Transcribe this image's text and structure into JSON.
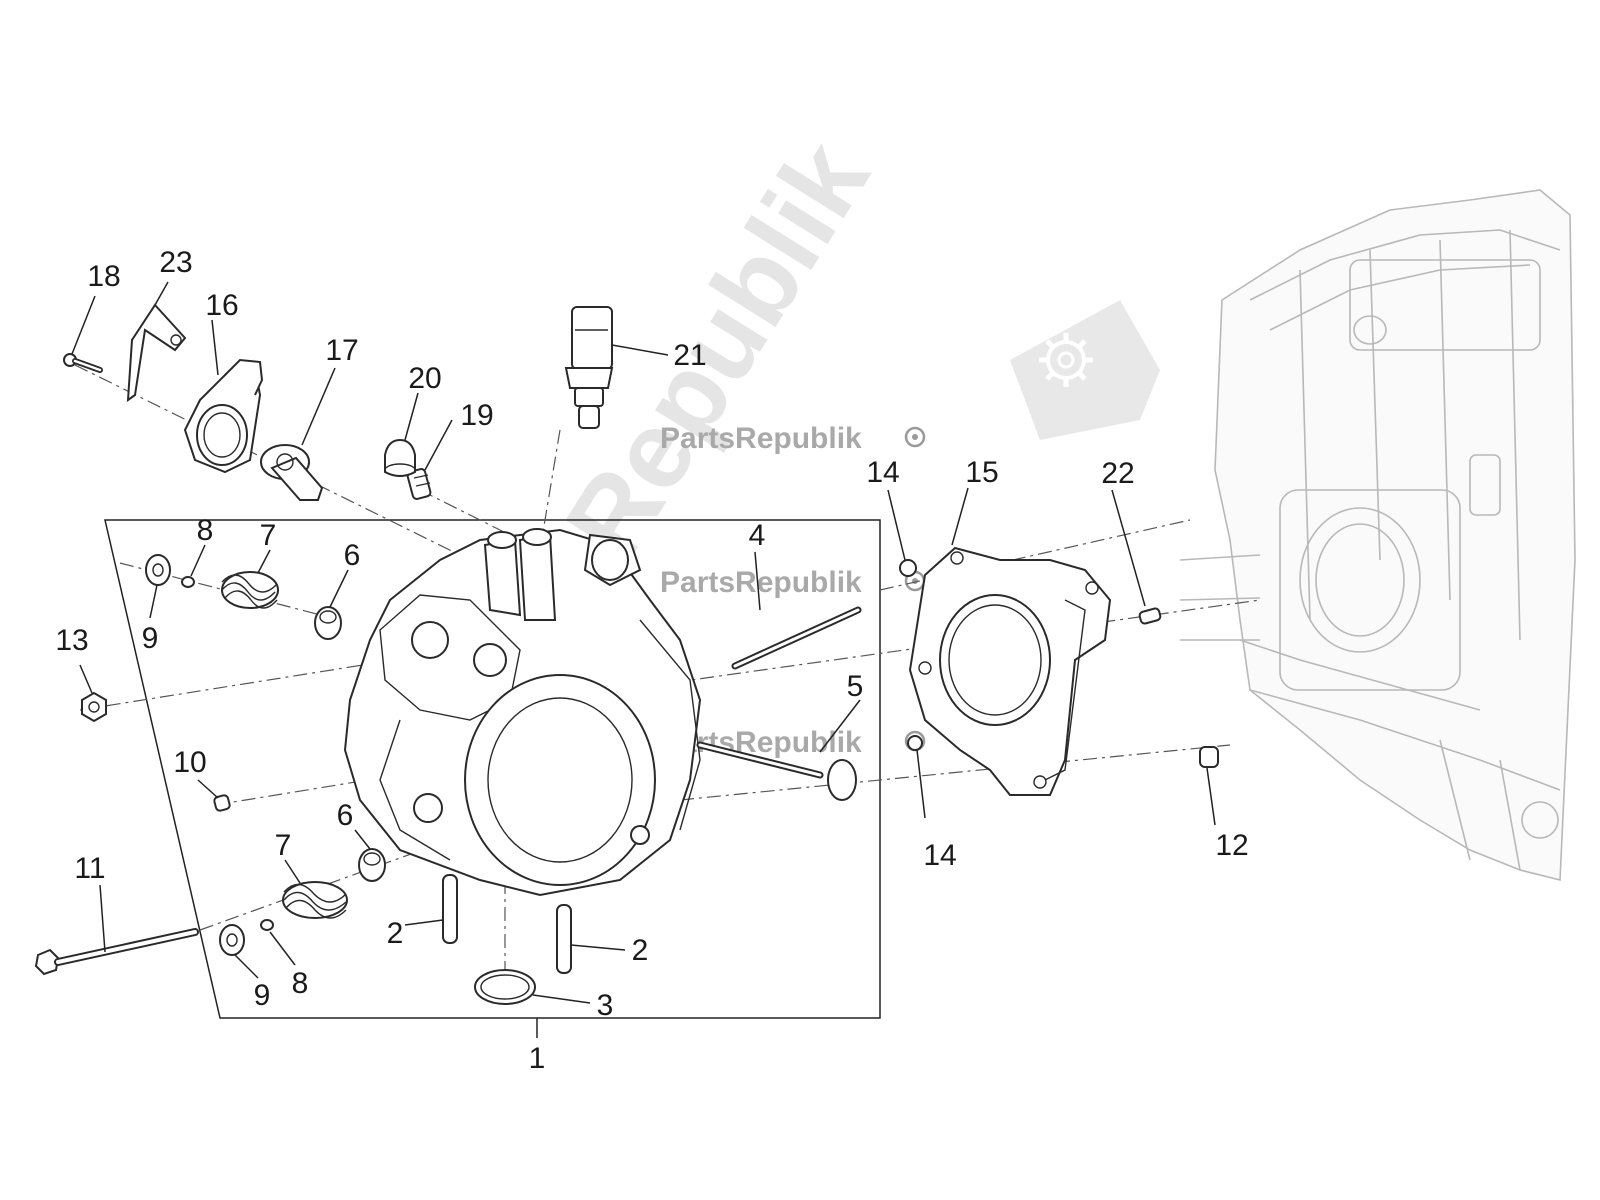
{
  "watermark": {
    "brand_text": "PartsRepublik",
    "large_text": "PartsRepublik",
    "icon": "gear-icon"
  },
  "labels": {
    "l1": "1",
    "l2a": "2",
    "l2b": "2",
    "l3": "3",
    "l4": "4",
    "l5": "5",
    "l6a": "6",
    "l6b": "6",
    "l7a": "7",
    "l7b": "7",
    "l8a": "8",
    "l8b": "8",
    "l9a": "9",
    "l9b": "9",
    "l10": "10",
    "l11": "11",
    "l12": "12",
    "l13": "13",
    "l14a": "14",
    "l14b": "14",
    "l15": "15",
    "l16": "16",
    "l17": "17",
    "l18": "18",
    "l19": "19",
    "l20": "20",
    "l21": "21",
    "l22": "22",
    "l23": "23"
  }
}
